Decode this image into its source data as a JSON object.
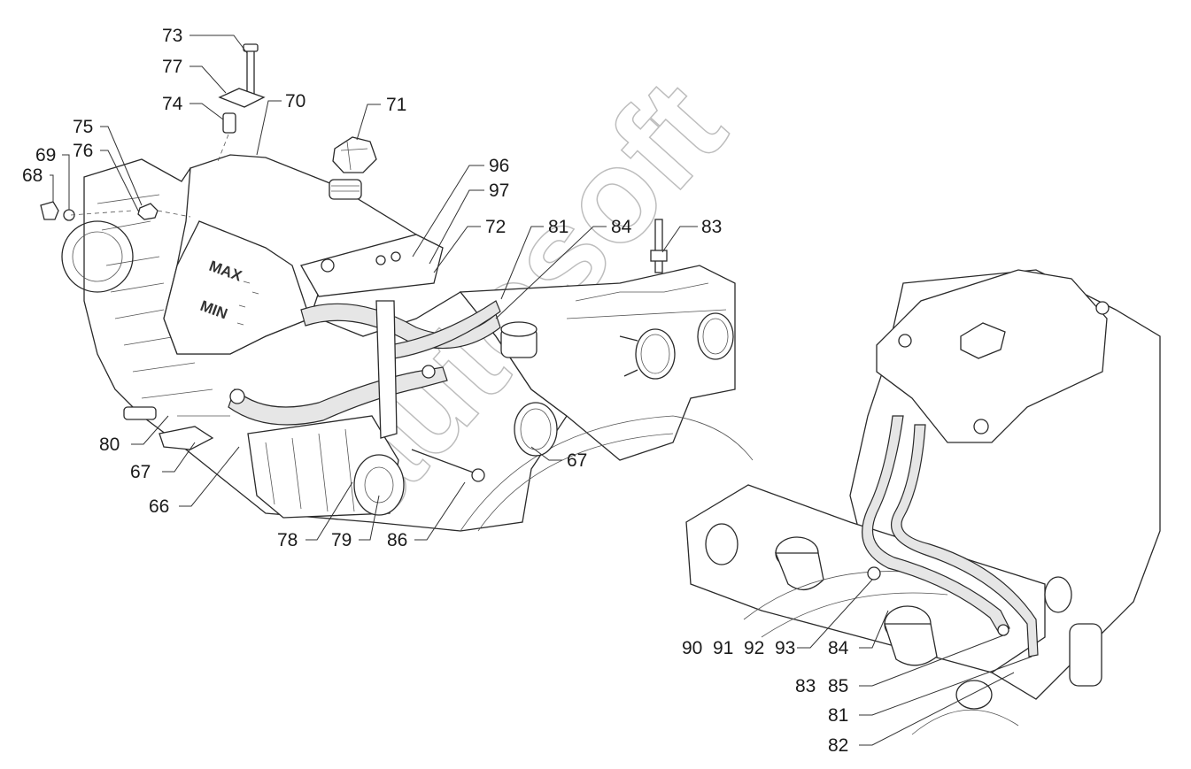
{
  "tank_markings": {
    "max": "MAX",
    "min": "MIN"
  },
  "watermark": "autosoft",
  "callouts": {
    "c73": "73",
    "c77": "77",
    "c74": "74",
    "c70": "70",
    "c71": "71",
    "c75": "75",
    "c69": "69",
    "c76": "76",
    "c68": "68",
    "c96": "96",
    "c97": "97",
    "c72": "72",
    "c81a": "81",
    "c84a": "84",
    "c83a": "83",
    "c80": "80",
    "c67a": "67",
    "c66": "66",
    "c67b": "67",
    "c78": "78",
    "c79": "79",
    "c86": "86",
    "c90": "90",
    "c91": "91",
    "c92": "92",
    "c93": "93",
    "c84b": "84",
    "c83b": "83",
    "c85": "85",
    "c81b": "81",
    "c82": "82"
  }
}
